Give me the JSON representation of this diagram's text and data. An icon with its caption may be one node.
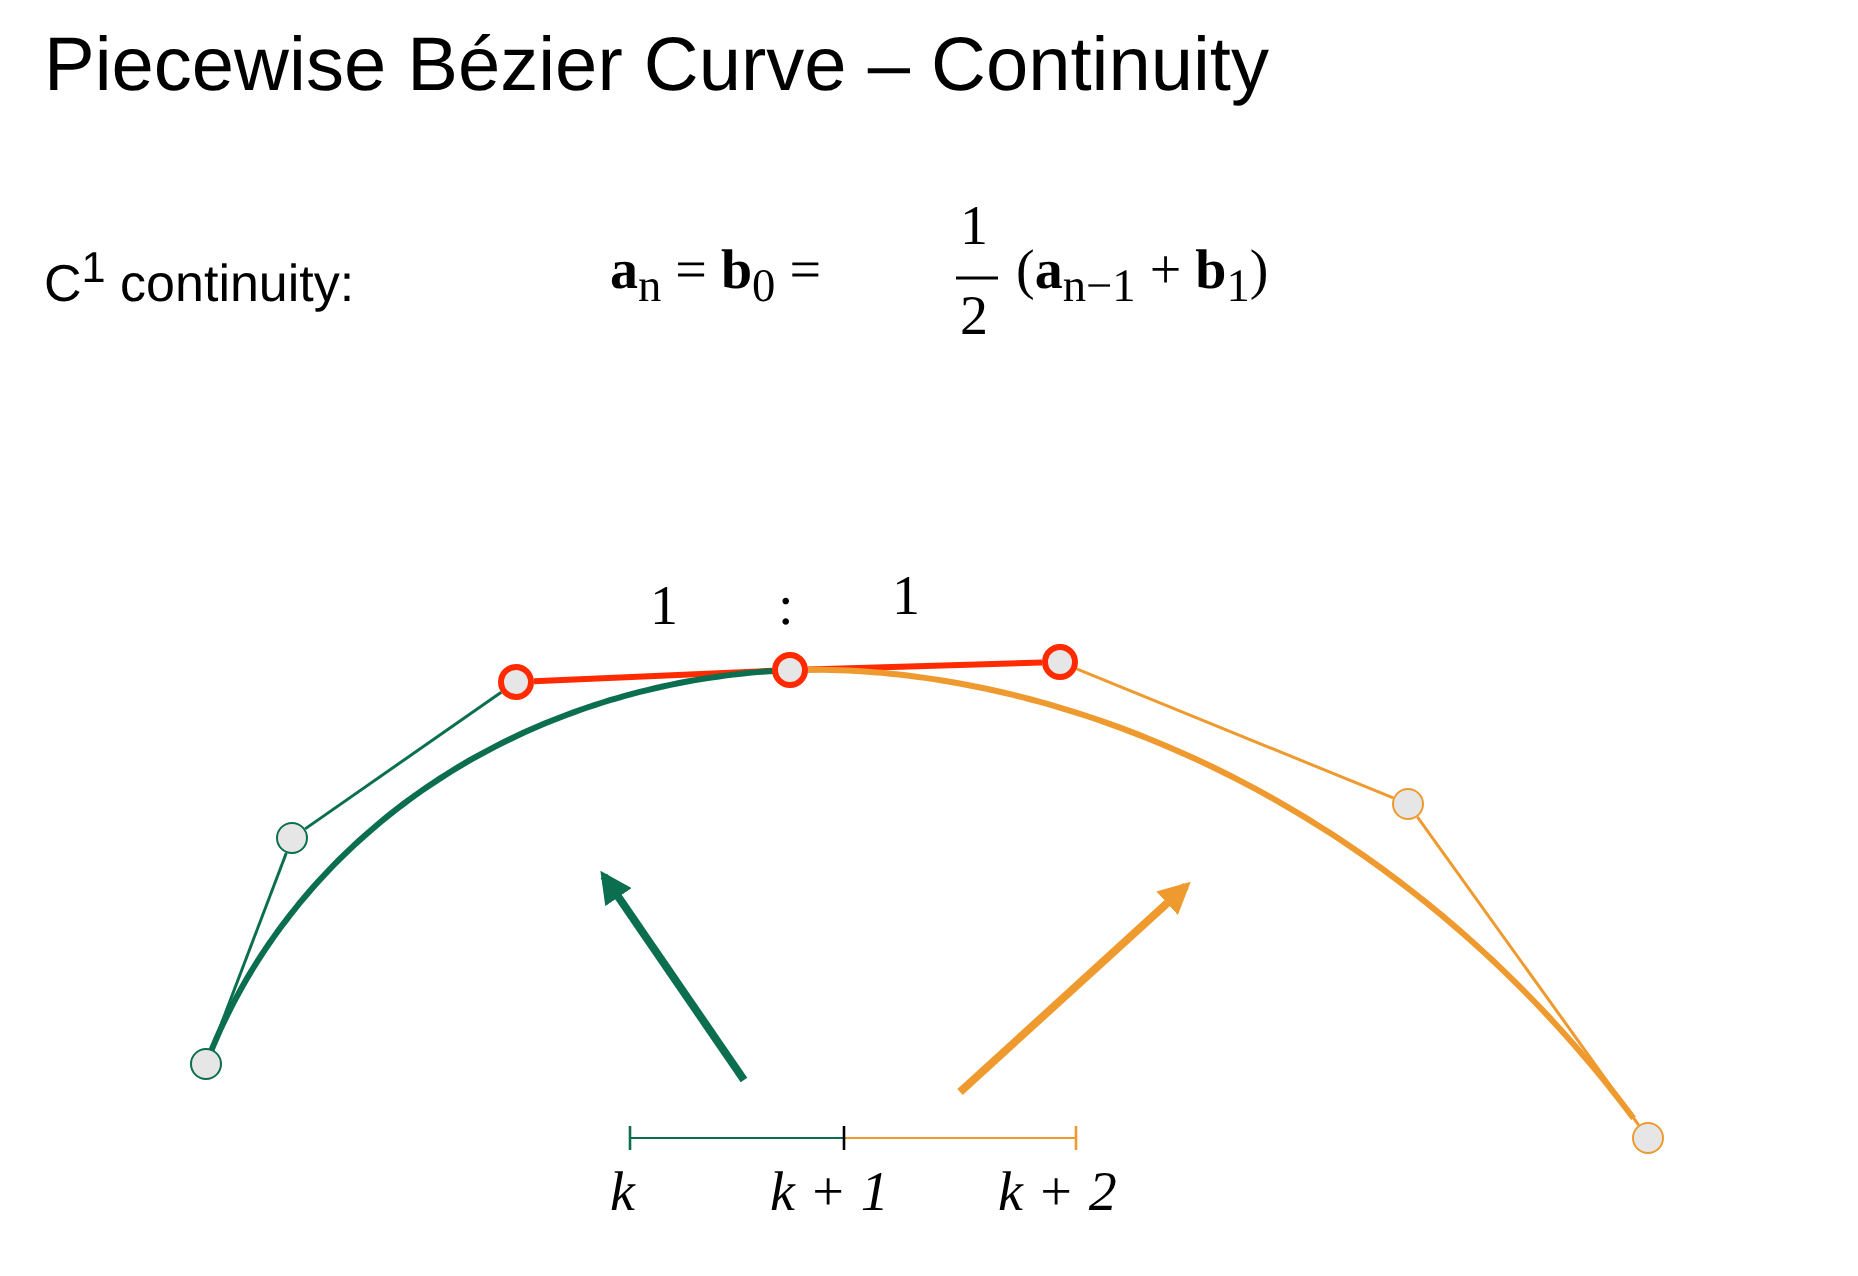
{
  "diagram": {
    "title": "Piecewise Bézier Curve – Continuity",
    "nodes": [
      {
        "text": [],
        "shape": "circle"
      },
      {
        "text": [],
        "shape": "circle"
      },
      {
        "text": [],
        "shape": "circle"
      },
      {
        "text": [],
        "shape": "circle"
      },
      {
        "text": [],
        "shape": "circle"
      },
      {
        "text": [],
        "shape": "circle"
      },
      {
        "text": [],
        "shape": "circle"
      }
    ],
    "edges": [
      {
        "from": 0,
        "to": 1,
        "arrow": "none",
        "color": "#0b6e4f"
      },
      {
        "from": 1,
        "to": 2,
        "arrow": "none",
        "color": "#0b6e4f"
      },
      {
        "from": 2,
        "to": 3,
        "arrow": "none",
        "style": "thick",
        "color": "#ff2a00"
      },
      {
        "from": 3,
        "to": 4,
        "arrow": "none",
        "style": "thick",
        "color": "#ff2a00"
      },
      {
        "from": 4,
        "to": 5,
        "arrow": "none",
        "color": "#ee9a2e"
      },
      {
        "from": 5,
        "to": 6,
        "arrow": "none",
        "color": "#ee9a2e"
      },
      {
        "from": 0,
        "to": 3,
        "arrow": "none",
        "style": "thick",
        "color": "#0b6e4f"
      },
      {
        "from": 3,
        "to": 6,
        "arrow": "none",
        "style": "thick",
        "color": "#ee9a2e"
      }
    ],
    "labels": [
      "C$^{1}$ continuity:",
      "**a**$_{n}$ = **b**$_{0}$ =",
      "1",
      "2",
      "(**a**$_{n−1}$ + **b**$_{1}$)",
      "1",
      ":",
      "1",
      "k",
      "k + 1",
      "k + 2"
    ]
  }
}
